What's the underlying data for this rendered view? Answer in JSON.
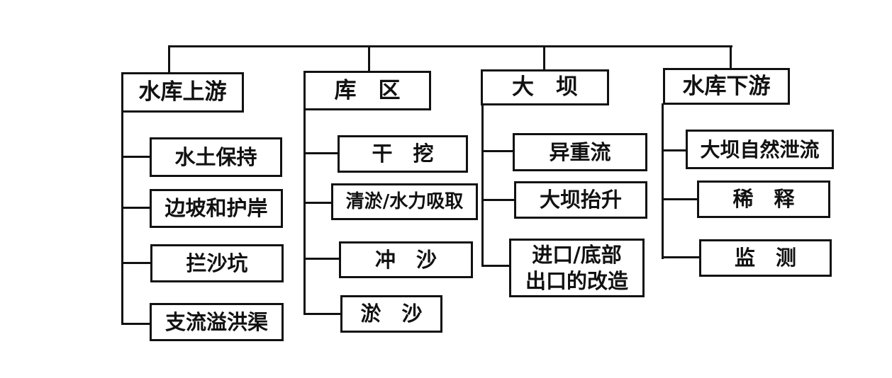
{
  "diagram": {
    "type": "org-tree",
    "background_color": "#ffffff",
    "line_color": "#111111",
    "branches": [
      {
        "label": "水库上游",
        "children": [
          {
            "label": "水土保持"
          },
          {
            "label": "边坡和护岸"
          },
          {
            "label": "拦沙坑"
          },
          {
            "label": "支流溢洪渠"
          }
        ]
      },
      {
        "label": "库　区",
        "children": [
          {
            "label": "干　挖"
          },
          {
            "label": "清淤/水力吸取"
          },
          {
            "label": "冲　沙"
          },
          {
            "label": "淤　沙"
          }
        ]
      },
      {
        "label": "大　坝",
        "children": [
          {
            "label": "异重流"
          },
          {
            "label": "大坝抬升"
          },
          {
            "label": "进口/底部\n出口的改造"
          }
        ]
      },
      {
        "label": "水库下游",
        "children": [
          {
            "label": "大坝自然泄流"
          },
          {
            "label": "稀　释"
          },
          {
            "label": "监　测"
          }
        ]
      }
    ]
  }
}
